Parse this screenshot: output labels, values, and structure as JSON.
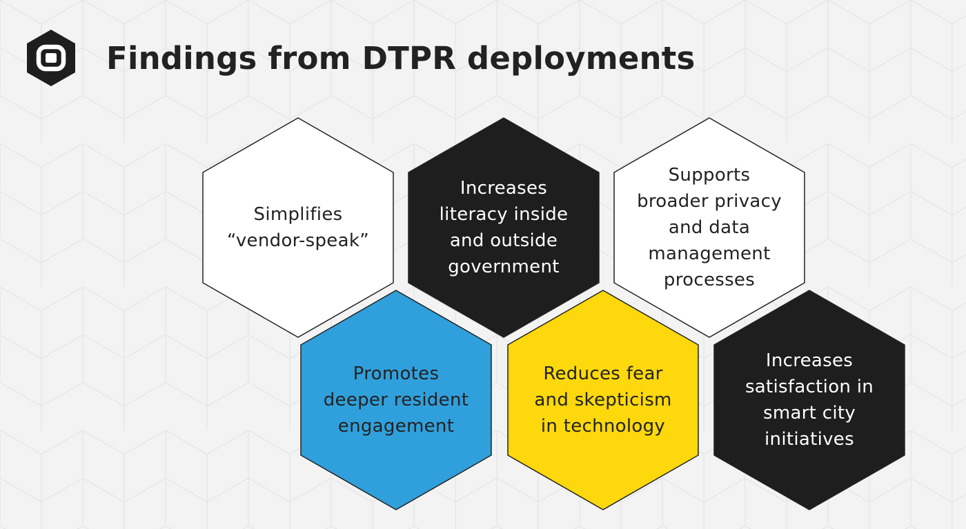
{
  "title": "Findings from DTPR deployments",
  "logo": {
    "icon": "dtpr-hexagon-logo-icon",
    "color": "#1e1e1e"
  },
  "colors": {
    "background": "#f3f3f3",
    "pattern_line": "#e6e6e6",
    "hex_stroke": "#222222",
    "white": "#ffffff",
    "black": "#1e1e1e",
    "blue": "#30a0dc",
    "yellow": "#fcd80c",
    "dark_text": "#222222",
    "light_text": "#ffffff"
  },
  "findings": [
    {
      "id": "simplifies",
      "lines": [
        "Simplifies",
        "“vendor-speak”"
      ],
      "fill": "white"
    },
    {
      "id": "literacy",
      "lines": [
        "Increases",
        "literacy inside",
        "and outside",
        "government"
      ],
      "fill": "black"
    },
    {
      "id": "privacy",
      "lines": [
        "Supports",
        "broader privacy",
        "and data",
        "management",
        "processes"
      ],
      "fill": "white"
    },
    {
      "id": "engagement",
      "lines": [
        "Promotes",
        "deeper resident",
        "engagement"
      ],
      "fill": "blue"
    },
    {
      "id": "fear",
      "lines": [
        "Reduces fear",
        "and skepticism",
        "in technology"
      ],
      "fill": "yellow"
    },
    {
      "id": "satisfaction",
      "lines": [
        "Increases",
        "satisfaction in",
        "smart city",
        "initiatives"
      ],
      "fill": "black"
    }
  ]
}
